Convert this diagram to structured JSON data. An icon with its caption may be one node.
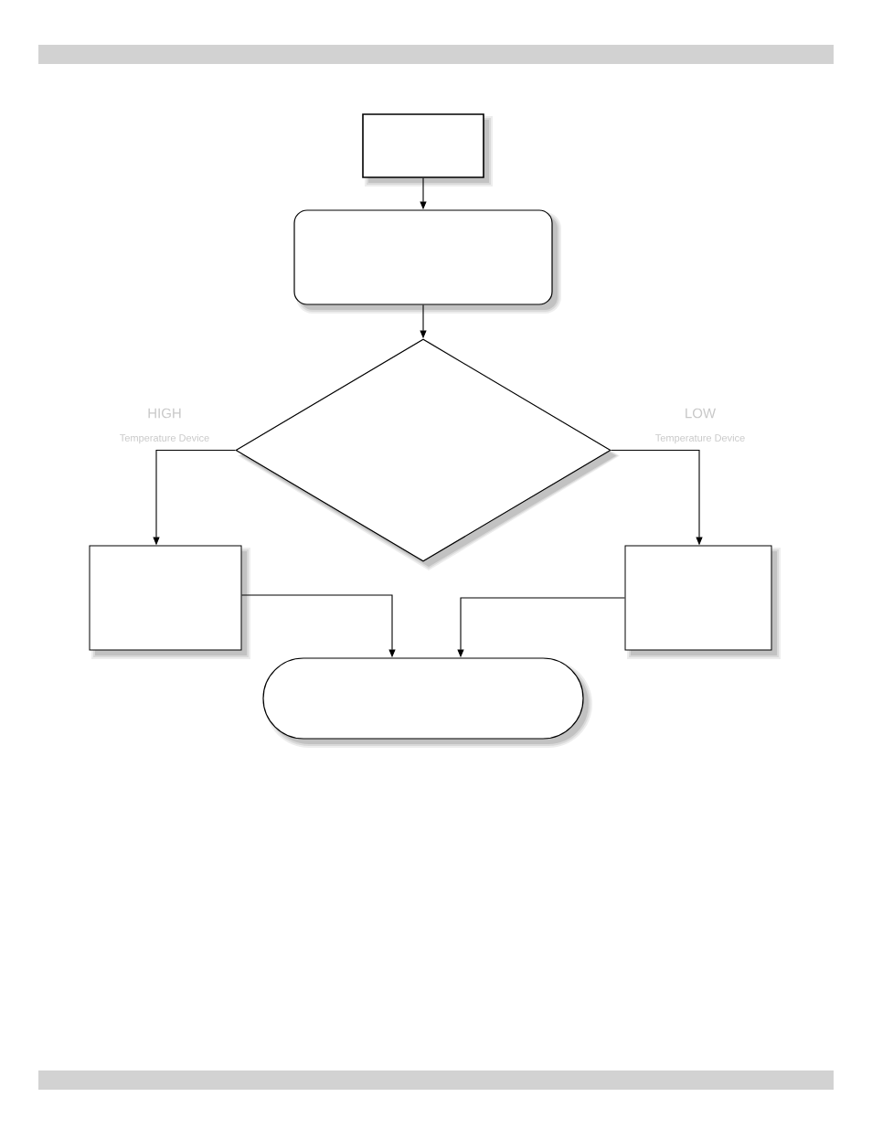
{
  "diagram": {
    "nodes": [
      {
        "text": [],
        "shape": "box"
      },
      {
        "text": [],
        "shape": "box"
      },
      {
        "text": [],
        "shape": "diamond"
      },
      {
        "text": [],
        "shape": "box"
      },
      {
        "text": [],
        "shape": "box"
      },
      {
        "text": [],
        "shape": "pill"
      }
    ],
    "edges": [
      {
        "from": 0,
        "to": 1,
        "arrow": "to"
      },
      {
        "from": 1,
        "to": 2,
        "arrow": "to"
      },
      {
        "from": 2,
        "to": 3,
        "arrow": "to"
      },
      {
        "from": 2,
        "to": 4,
        "arrow": "to"
      },
      {
        "from": 3,
        "to": 5,
        "arrow": "to"
      },
      {
        "from": 4,
        "to": 5,
        "arrow": "to"
      }
    ],
    "labels": [
      "HIGH",
      "Temperature Device",
      "LOW",
      "Temperature Device"
    ]
  }
}
